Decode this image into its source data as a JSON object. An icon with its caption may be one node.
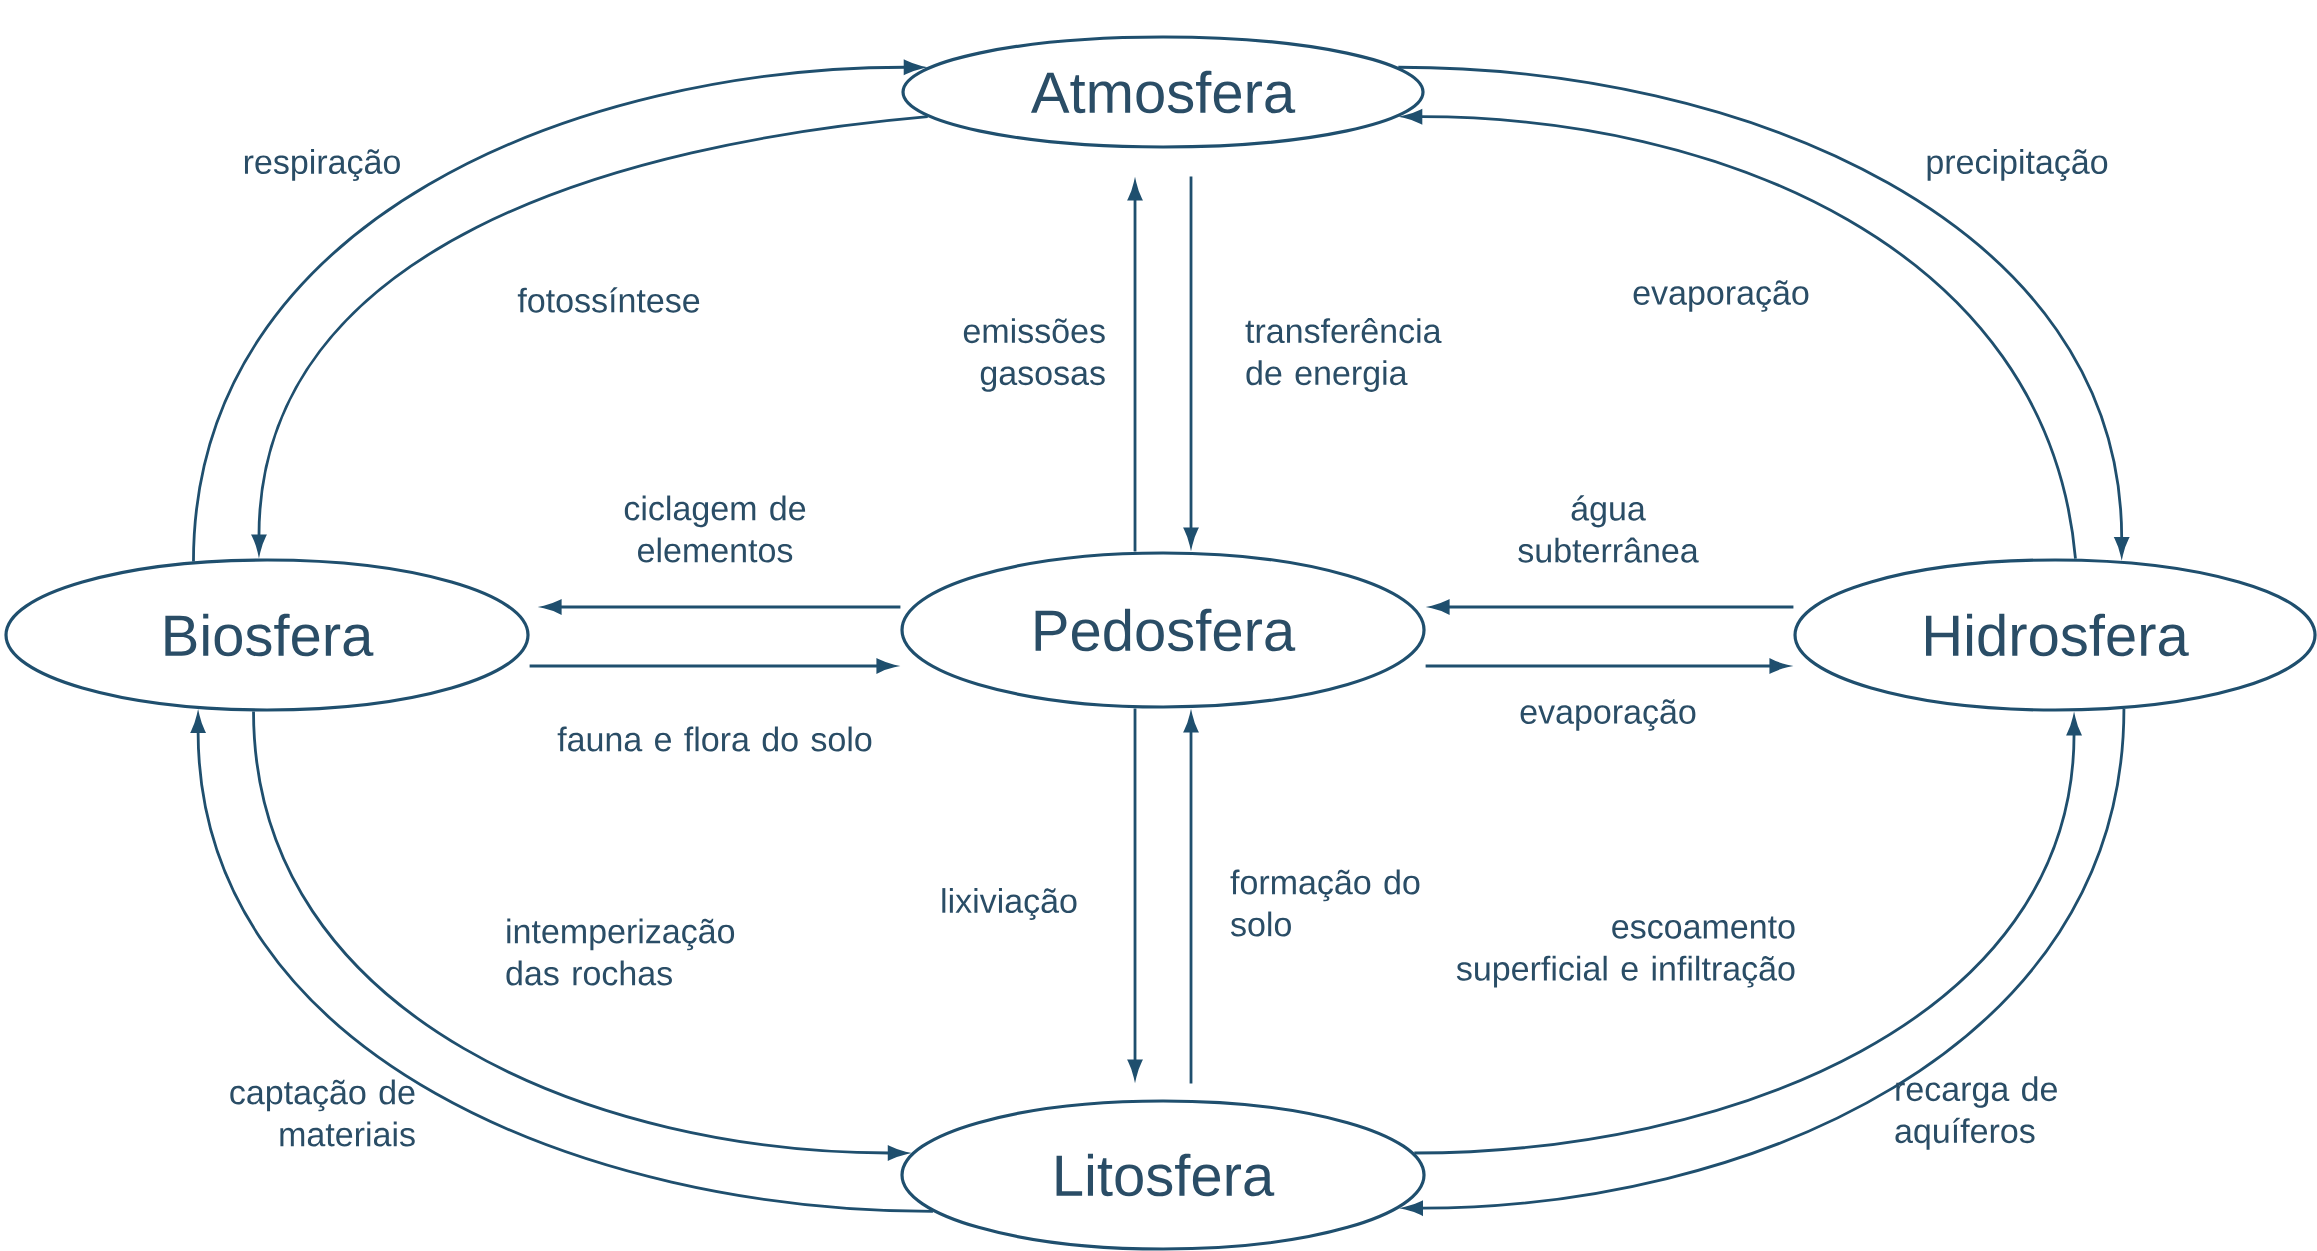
{
  "diagram": {
    "nodes": [
      {
        "text": [
          "Atmosfera"
        ]
      },
      {
        "text": [
          "Biosfera"
        ]
      },
      {
        "text": [
          "Pedosfera"
        ]
      },
      {
        "text": [
          "Hidrosfera"
        ]
      },
      {
        "text": [
          "Litosfera"
        ]
      }
    ],
    "edges": [
      {
        "from": 1,
        "to": 0,
        "arrow": "to",
        "label": "respiração"
      },
      {
        "from": 0,
        "to": 1,
        "arrow": "to",
        "label": "fotossíntese"
      },
      {
        "from": 0,
        "to": 3,
        "arrow": "to",
        "label": "precipitação"
      },
      {
        "from": 3,
        "to": 0,
        "arrow": "to",
        "label": "evaporação"
      },
      {
        "from": 2,
        "to": 0,
        "arrow": "to",
        "label": "emissões gasosas"
      },
      {
        "from": 0,
        "to": 2,
        "arrow": "to",
        "label": "transferência de energia"
      },
      {
        "from": 2,
        "to": 1,
        "arrow": "to",
        "label": "ciclagem de elementos"
      },
      {
        "from": 1,
        "to": 2,
        "arrow": "to",
        "label": "fauna e flora do solo"
      },
      {
        "from": 3,
        "to": 2,
        "arrow": "to",
        "label": "água subterrânea"
      },
      {
        "from": 2,
        "to": 3,
        "arrow": "to",
        "label": "evaporação"
      },
      {
        "from": 2,
        "to": 4,
        "arrow": "to",
        "label": "lixiviação"
      },
      {
        "from": 4,
        "to": 2,
        "arrow": "to",
        "label": "formação do solo"
      },
      {
        "from": 1,
        "to": 4,
        "arrow": "to",
        "label": "intemperização das rochas"
      },
      {
        "from": 4,
        "to": 1,
        "arrow": "to",
        "label": "captação de materiais"
      },
      {
        "from": 4,
        "to": 3,
        "arrow": "to",
        "label": "escoamento superficial e infiltração"
      },
      {
        "from": 3,
        "to": 4,
        "arrow": "to",
        "label": "recarga de aquíferos"
      }
    ]
  }
}
